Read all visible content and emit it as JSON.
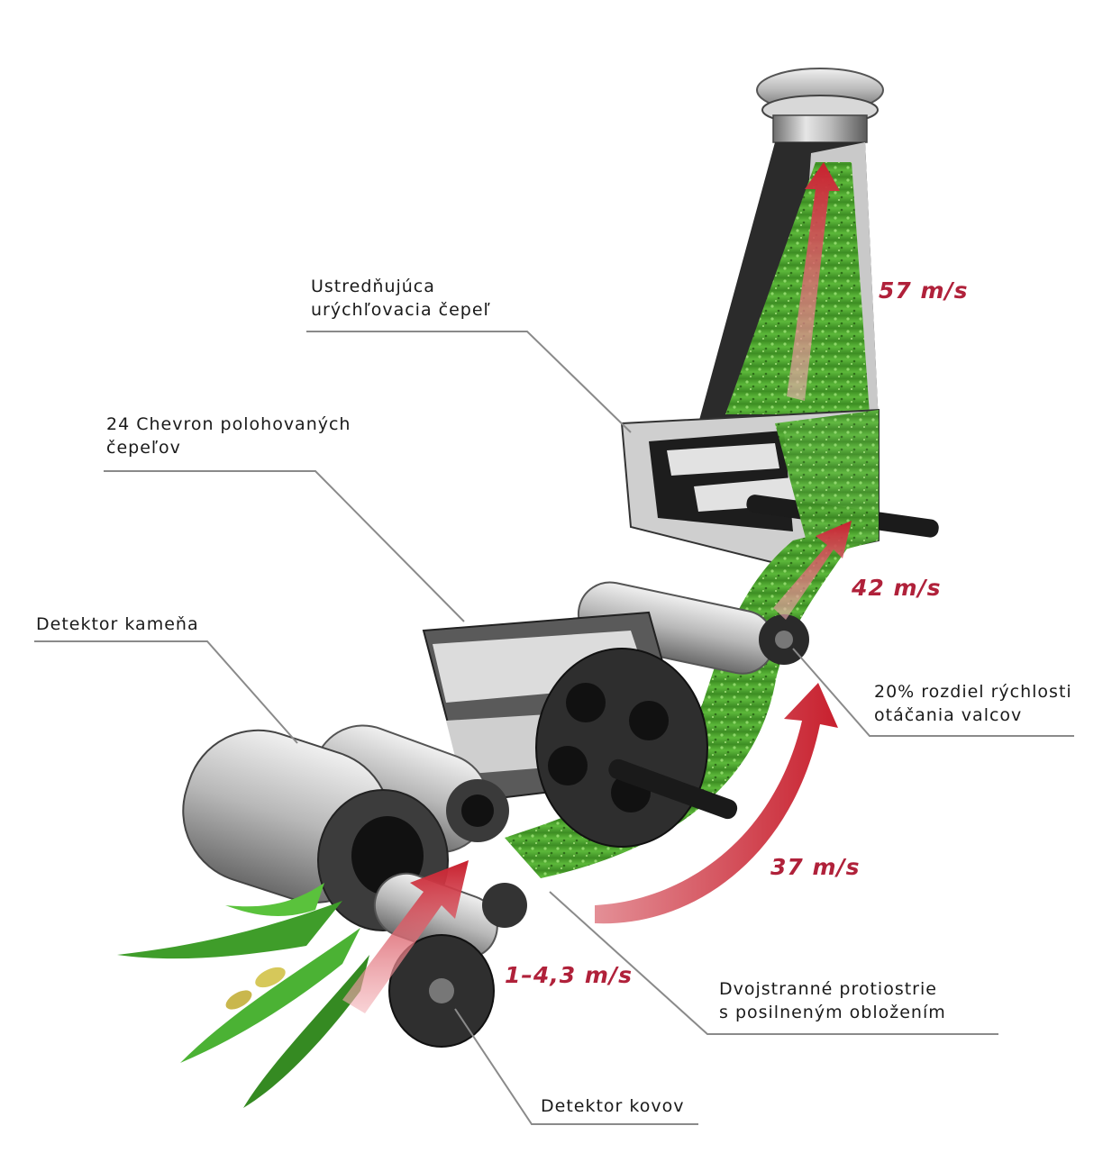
{
  "colors": {
    "accent_red": "#c8202e",
    "grass_green": "#4ea62e",
    "metal_gray": "#a8a8a8",
    "dark_steel": "#2a2a2a",
    "leader_line": "#8a8a8a"
  },
  "labels": {
    "centering_blade": {
      "line1": "Ustredňujúca",
      "line2": "urýchľovacia čepeľ"
    },
    "chevron_blades": {
      "line1": "24 Chevron polohovaných",
      "line2": "čepeľov"
    },
    "stone_detector": {
      "line1": "Detektor kameňa"
    },
    "roller_speed_diff": {
      "line1": "20% rozdiel rýchlosti",
      "line2": "otáčania valcov"
    },
    "double_shear_bar": {
      "line1": "Dvojstranné protiostrie",
      "line2": "s posilneným obložením"
    },
    "metal_detector": {
      "line1": "Detektor kovov"
    }
  },
  "speeds": {
    "spout": "57 m/s",
    "accelerator": "42 m/s",
    "chopper": "37 m/s",
    "feed": "1–4,3 m/s"
  }
}
